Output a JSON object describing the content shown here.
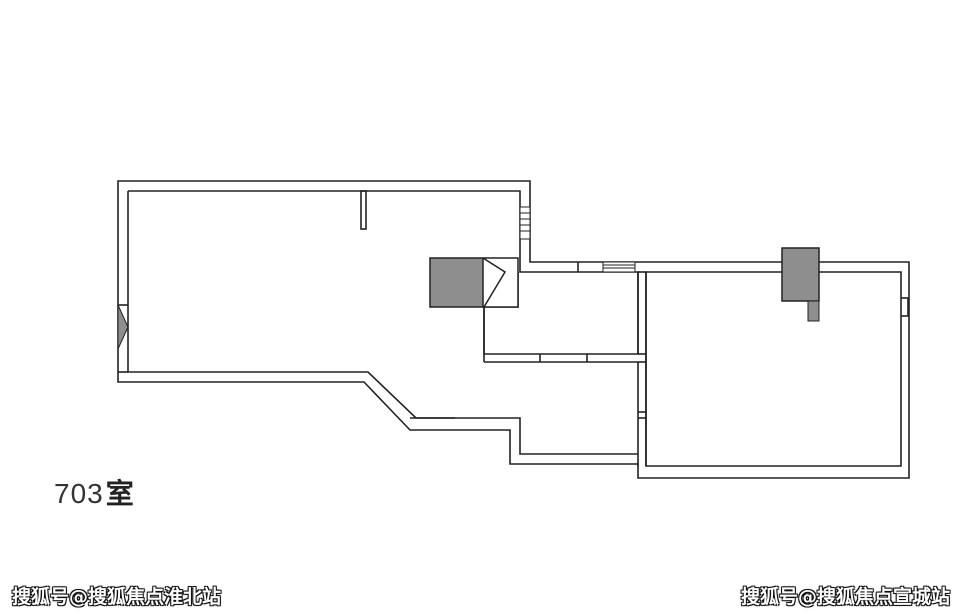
{
  "room_label": {
    "number": "703",
    "unit": "室"
  },
  "watermarks": {
    "left": "搜狐号@搜狐焦点淮北站",
    "right": "搜狐号@搜狐焦点宣城站"
  },
  "colors": {
    "wall": "#222222",
    "fill_dark": "#8e8e8e",
    "background": "#ffffff"
  }
}
